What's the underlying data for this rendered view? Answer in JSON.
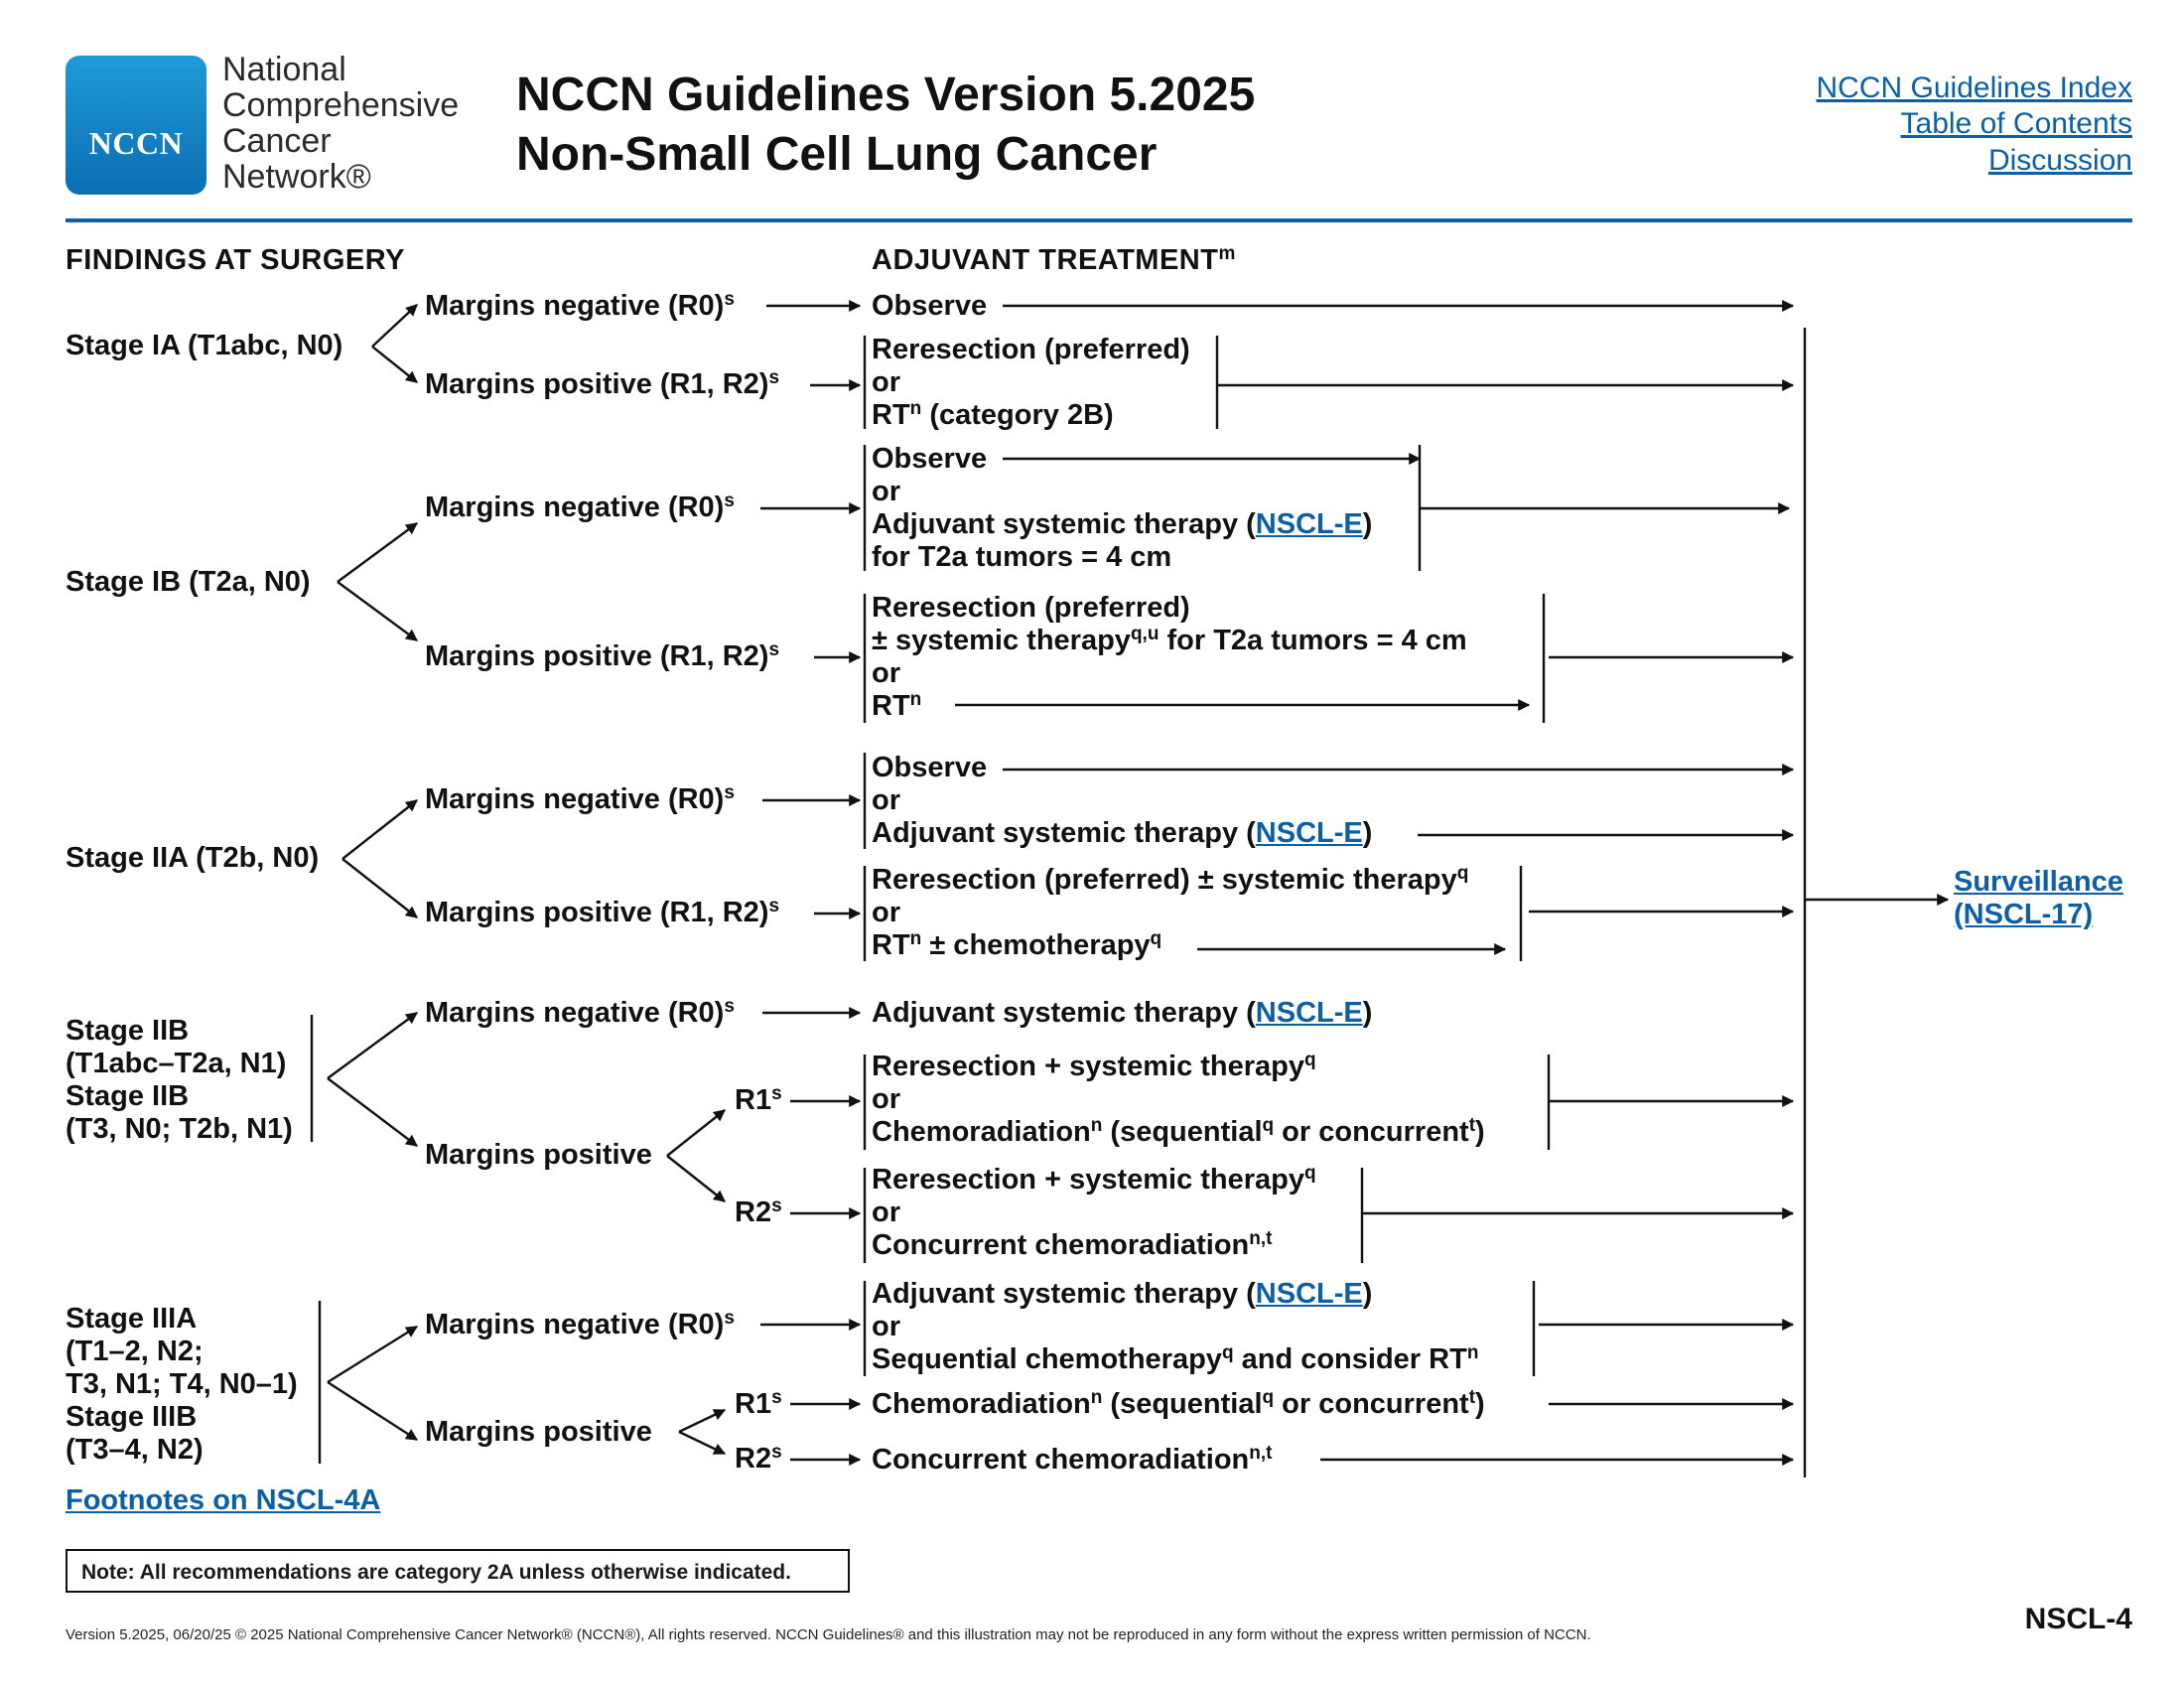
{
  "header": {
    "logo_text": "NCCN",
    "org_lines": [
      "National",
      "Comprehensive",
      "Cancer",
      "Network®"
    ],
    "title_line1": "NCCN Guidelines Version 5.2025",
    "title_line2": "Non-Small Cell Lung Cancer",
    "links": [
      "NCCN Guidelines Index",
      "Table of Contents",
      "Discussion"
    ]
  },
  "columns": {
    "findings": "FINDINGS AT SURGERY",
    "adjuvant": "ADJUVANT TREATMENT",
    "adjuvant_sup": "m"
  },
  "stages": {
    "ia": "Stage IA (T1abc, N0)",
    "ib": "Stage IB (T2a, N0)",
    "iia": "Stage IIA (T2b, N0)",
    "iib_1": "Stage IIB",
    "iib_2": "(T1abc–T2a, N1)",
    "iib_3": "Stage IIB",
    "iib_4": "(T3, N0; T2b, N1)",
    "iiia_1": "Stage IIIA",
    "iiia_2": "(T1–2, N2;",
    "iiia_3": "T3, N1; T4, N0–1)",
    "iiia_4": "Stage IIIB",
    "iiia_5": "(T3–4, N2)"
  },
  "margins": {
    "neg": "Margins negative (R0)",
    "pos": "Margins positive (R1, R2)",
    "pos_plain": "Margins positive",
    "r1": "R1",
    "r2": "R2",
    "sup_s": "s"
  },
  "treatments": {
    "observe": "Observe",
    "or": "or",
    "reresection_pref": "Reresection (preferred)",
    "rt": "RT",
    "sup_n": "n",
    "category_2b": " (category 2B)",
    "adj_sys_pre": "Adjuvant systemic therapy (",
    "adj_sys_post": ")",
    "nscl_e": "NSCL-E",
    "for_t2a": "for T2a tumors = 4 cm",
    "pm_sys": "± systemic therapy",
    "sup_qu": "q,u",
    "for_t2a_tail": " for T2a tumors = 4 cm",
    "rer_pm_sys": "Reresection (preferred) ± systemic therapy",
    "sup_q": "q",
    "pm_chemo": " ± chemotherapy",
    "rer_plus_sys": "Reresection + systemic therapy",
    "chemorad": "Chemoradiation",
    "seq_open": " (sequential",
    "or_concurrent": " or concurrent",
    "sup_t": "t",
    "close_paren": ")",
    "conc_chemorad": "Concurrent chemoradiation",
    "sup_nt": "n,t",
    "seq_chemo": "Sequential chemotherapy",
    "consider_rt": " and consider RT"
  },
  "surveillance": {
    "line1": "Surveillance",
    "line2": "(NSCL-17)"
  },
  "footnotes_link": "Footnotes on NSCL-4A",
  "note": "Note: All recommendations are category 2A unless otherwise indicated.",
  "copyright": "Version 5.2025, 06/20/25 © 2025 National Comprehensive Cancer Network® (NCCN®), All rights reserved. NCCN Guidelines® and this illustration may not be reproduced in any form without the express written permission of NCCN.",
  "page_id": "NSCL-4",
  "colors": {
    "brand_blue": "#0b62a8",
    "link_blue": "#0a5fa6",
    "text": "#111111"
  }
}
